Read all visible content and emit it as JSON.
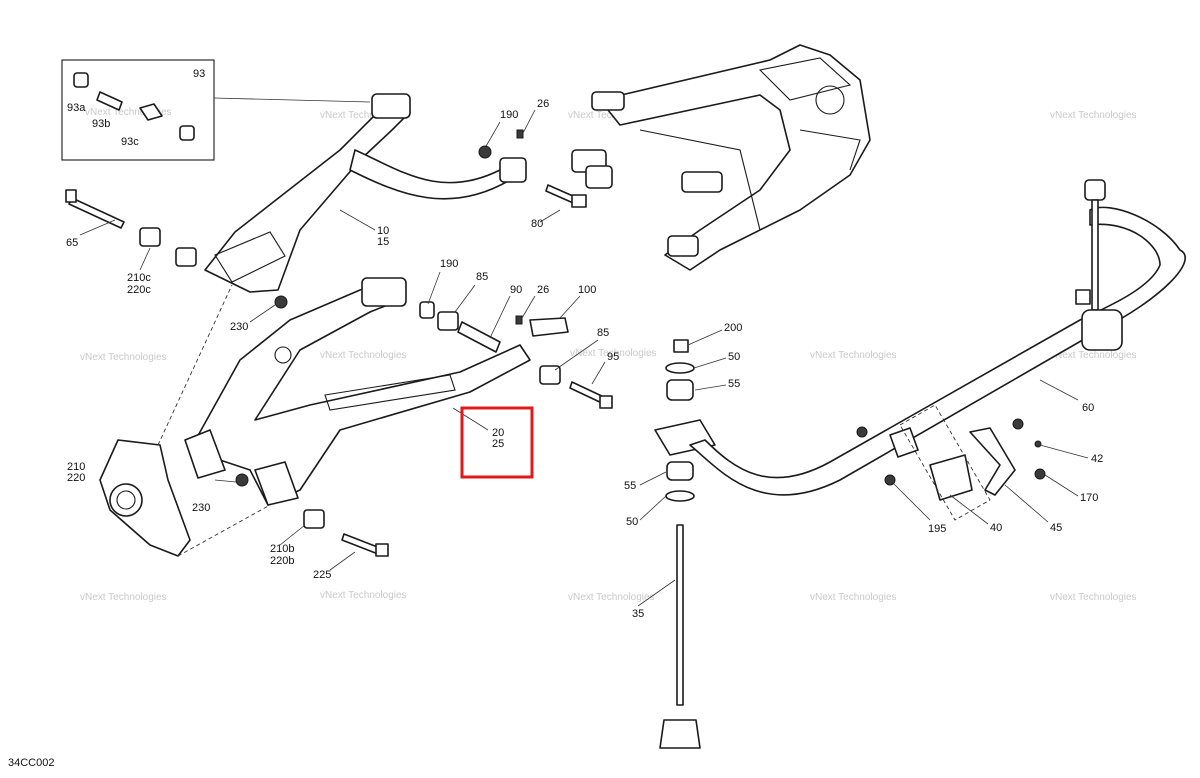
{
  "diagram_code": "34CC002",
  "watermark": "vNext Technologies",
  "highlight_color": "#e01919",
  "callouts": {
    "c93": "93",
    "c93a": "93a",
    "c93b": "93b",
    "c93c": "93c",
    "c190a": "190",
    "c26a": "26",
    "c80": "80",
    "c10": "10",
    "c15": "15",
    "c65": "65",
    "c210c": "210c",
    "c220c": "220c",
    "c230a": "230",
    "c190b": "190",
    "c85a": "85",
    "c90": "90",
    "c26b": "26",
    "c100": "100",
    "c85b": "85",
    "c95": "95",
    "c20": "20",
    "c25": "25",
    "c210": "210",
    "c220": "220",
    "c230b": "230",
    "c210b": "210b",
    "c220b": "220b",
    "c225": "225",
    "c200": "200",
    "c50a": "50",
    "c55a": "55",
    "c55b": "55",
    "c50b": "50",
    "c35": "35",
    "c60": "60",
    "c42": "42",
    "c170": "170",
    "c195": "195",
    "c40": "40",
    "c45": "45"
  }
}
